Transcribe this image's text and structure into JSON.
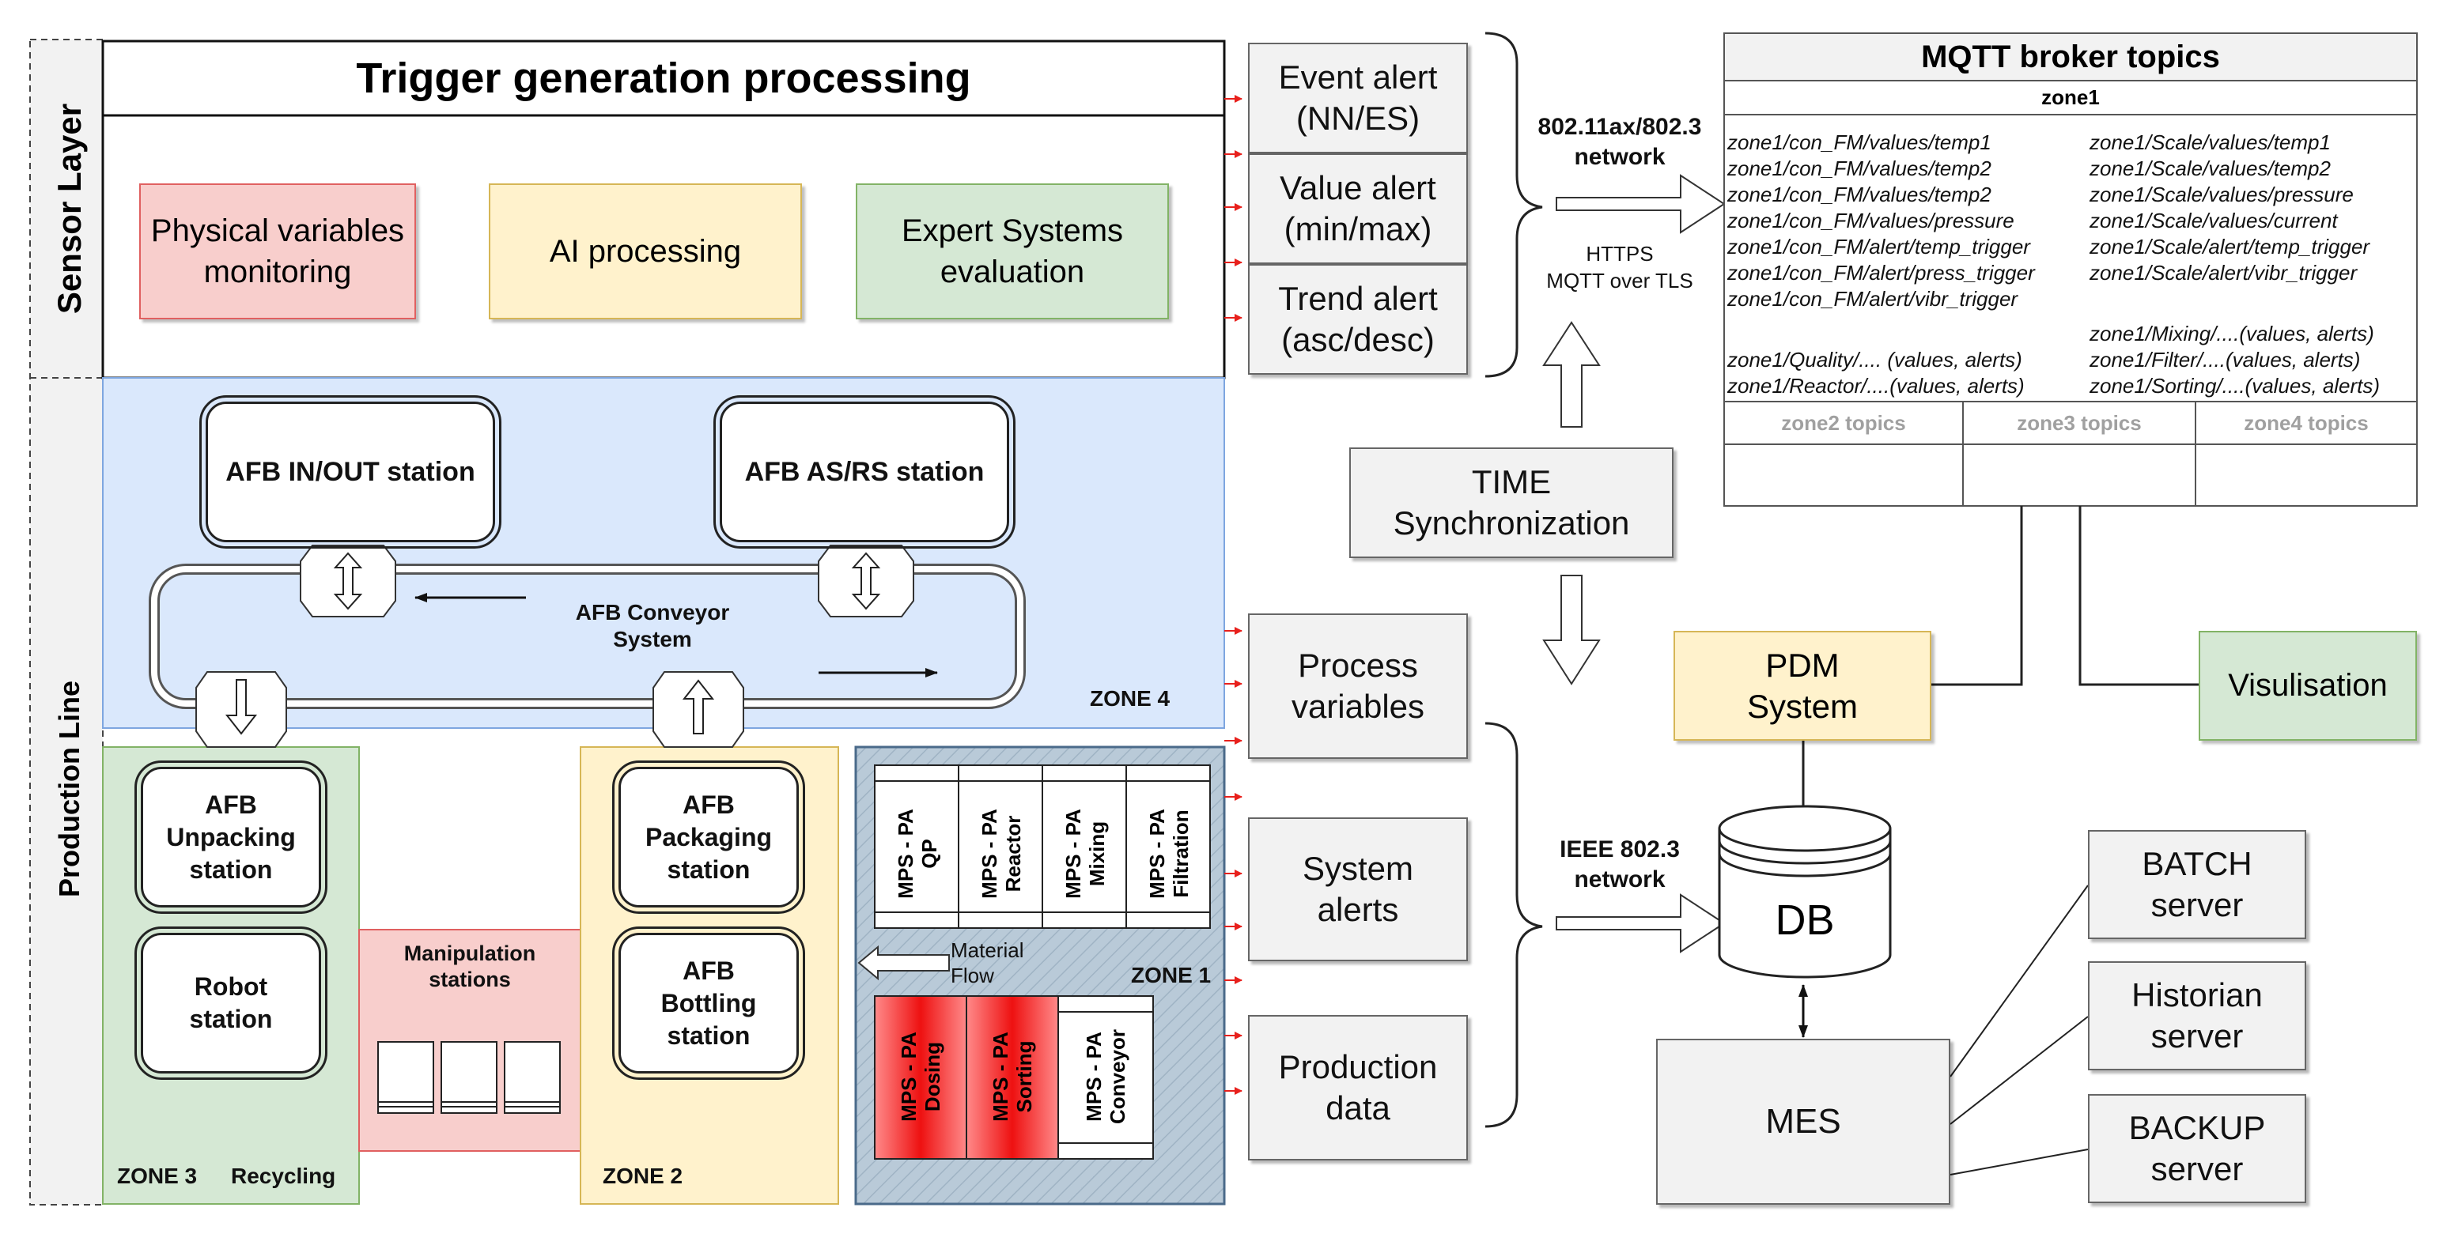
{
  "layers": {
    "sensor": "Sensor Layer",
    "production": "Production Line"
  },
  "trigger": {
    "title": "Trigger generation processing"
  },
  "processing": {
    "physical": [
      "Physical variables",
      "monitoring"
    ],
    "ai": "AI processing",
    "expert": [
      "Expert Systems",
      "evaluation"
    ]
  },
  "alerts": {
    "event": [
      "Event alert",
      "(NN/ES)"
    ],
    "value": [
      "Value alert",
      "(min/max)"
    ],
    "trend": [
      "Trend alert",
      "(asc/desc)"
    ]
  },
  "network_top": {
    "name": [
      "802.11ax/802.3",
      "network"
    ],
    "protocols": [
      "HTTPS",
      "MQTT over TLS"
    ]
  },
  "network_bottom": {
    "name": [
      "IEEE 802.3",
      "network"
    ]
  },
  "mqtt": {
    "title": "MQTT broker topics",
    "zone_header": "zone1",
    "left": [
      "zone1/con_FM/values/temp1",
      "zone1/con_FM/values/temp2",
      "zone1/con_FM/values/temp2",
      "zone1/con_FM/values/pressure",
      "zone1/con_FM/alert/temp_trigger",
      "zone1/con_FM/alert/press_trigger",
      "zone1/con_FM/alert/vibr_trigger"
    ],
    "right": [
      "zone1/Scale/values/temp1",
      "zone1/Scale/values/temp2",
      "zone1/Scale/values/pressure",
      "zone1/Scale/values/current",
      "zone1/Scale/alert/temp_trigger",
      "zone1/Scale/alert/vibr_trigger"
    ],
    "left_more": [
      "zone1/Quality/.... (values, alerts)",
      "zone1/Reactor/....(values, alerts)"
    ],
    "right_more": [
      "zone1/Mixing/....(values, alerts)",
      "zone1/Filter/....(values, alerts)",
      "zone1/Sorting/....(values, alerts)"
    ],
    "other_zones": [
      "zone2 topics",
      "zone3 topics",
      "zone4 topics"
    ]
  },
  "time_sync": [
    "TIME",
    "Synchronization"
  ],
  "data_boxes": {
    "process": [
      "Process",
      "variables"
    ],
    "system": [
      "System",
      "alerts"
    ],
    "production": [
      "Production",
      "data"
    ]
  },
  "pdm": [
    "PDM",
    "System"
  ],
  "visualisation": "Visulisation",
  "db": "DB",
  "mes": "MES",
  "servers": {
    "batch": [
      "BATCH",
      "server"
    ],
    "historian": [
      "Historian",
      "server"
    ],
    "backup": [
      "BACKUP",
      "server"
    ]
  },
  "zone4": {
    "label": "ZONE 4",
    "in_out": "AFB IN/OUT station",
    "as_rs": "AFB AS/RS station",
    "conveyor": [
      "AFB Conveyor",
      "System"
    ]
  },
  "zone3": {
    "label": "ZONE 3",
    "recycling": "Recycling",
    "unpacking": [
      "AFB",
      "Unpacking",
      "station"
    ],
    "robot": [
      "Robot",
      "station"
    ]
  },
  "manipulation": [
    "Manipulation",
    "stations"
  ],
  "zone2": {
    "label": "ZONE 2",
    "packaging": [
      "AFB",
      "Packaging",
      "station"
    ],
    "bottling": [
      "AFB",
      "Bottling",
      "station"
    ]
  },
  "zone1": {
    "label": "ZONE 1",
    "material_flow": [
      "Material",
      "Flow"
    ],
    "top_modules": [
      [
        "MPS - PA",
        "QP"
      ],
      [
        "MPS - PA",
        "Reactor"
      ],
      [
        "MPS - PA",
        "Mixing"
      ],
      [
        "MPS - PA",
        "Filtration"
      ]
    ],
    "bottom_modules": [
      [
        "MPS - PA",
        "Dosing"
      ],
      [
        "MPS - PA",
        "Sorting"
      ],
      [
        "MPS - PA",
        "Conveyor"
      ]
    ]
  },
  "colors": {
    "zone4_bg": "#dae8fc",
    "zone3_bg": "#d5e8d4",
    "zone2_bg": "#fff2cc",
    "zone1_bg": "#b9cad8",
    "manip_bg": "#f8cecc",
    "accent_red": "#e8201c",
    "gray_box": "#f2f2f2"
  }
}
